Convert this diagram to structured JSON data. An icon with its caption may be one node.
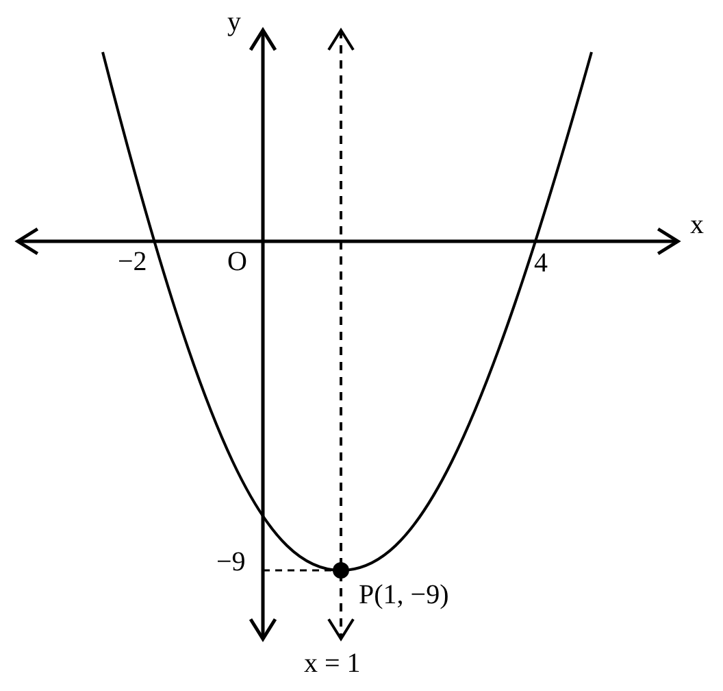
{
  "diagram": {
    "labels": [
      "y",
      "x",
      "−2",
      "O",
      "4",
      "−9",
      "P(1, −9)",
      "x = 1"
    ]
  }
}
